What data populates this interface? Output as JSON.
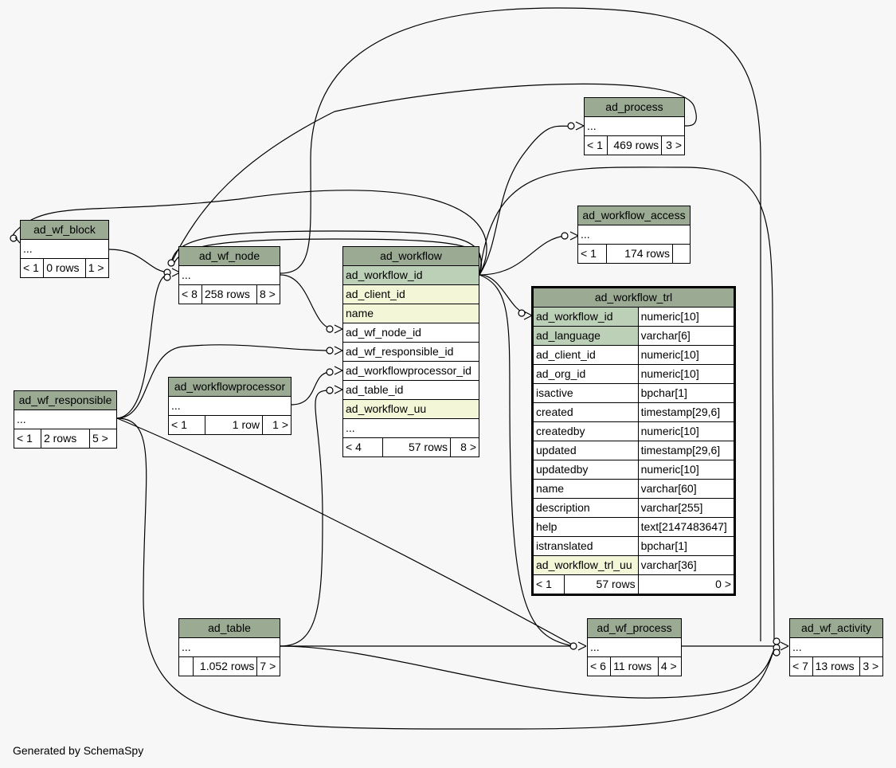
{
  "tables": {
    "ad_process": {
      "name": "ad_process",
      "body": "...",
      "footer": [
        "< 1",
        "469 rows",
        "3 >"
      ]
    },
    "ad_workflow_access": {
      "name": "ad_workflow_access",
      "body": "...",
      "footer": [
        "< 1",
        "174 rows",
        ""
      ]
    },
    "ad_wf_block": {
      "name": "ad_wf_block",
      "body": "...",
      "footer": [
        "< 1",
        "0 rows",
        "1 >"
      ]
    },
    "ad_wf_node": {
      "name": "ad_wf_node",
      "body": "...",
      "footer": [
        "< 8",
        "258 rows",
        "8 >"
      ]
    },
    "ad_workflow": {
      "name": "ad_workflow",
      "columns": [
        {
          "name": "ad_workflow_id",
          "kind": "pk"
        },
        {
          "name": "ad_client_id",
          "kind": "idx"
        },
        {
          "name": "name",
          "kind": "idx"
        },
        {
          "name": "ad_wf_node_id",
          "kind": ""
        },
        {
          "name": "ad_wf_responsible_id",
          "kind": ""
        },
        {
          "name": "ad_workflowprocessor_id",
          "kind": ""
        },
        {
          "name": "ad_table_id",
          "kind": ""
        },
        {
          "name": "ad_workflow_uu",
          "kind": "idx"
        },
        {
          "name": "...",
          "kind": ""
        }
      ],
      "footer": [
        "< 4",
        "57 rows",
        "8 >"
      ]
    },
    "ad_workflow_trl": {
      "name": "ad_workflow_trl",
      "columns": [
        {
          "name": "ad_workflow_id",
          "type": "numeric[10]",
          "kind": "pk"
        },
        {
          "name": "ad_language",
          "type": "varchar[6]",
          "kind": "pk"
        },
        {
          "name": "ad_client_id",
          "type": "numeric[10]",
          "kind": ""
        },
        {
          "name": "ad_org_id",
          "type": "numeric[10]",
          "kind": ""
        },
        {
          "name": "isactive",
          "type": "bpchar[1]",
          "kind": ""
        },
        {
          "name": "created",
          "type": "timestamp[29,6]",
          "kind": ""
        },
        {
          "name": "createdby",
          "type": "numeric[10]",
          "kind": ""
        },
        {
          "name": "updated",
          "type": "timestamp[29,6]",
          "kind": ""
        },
        {
          "name": "updatedby",
          "type": "numeric[10]",
          "kind": ""
        },
        {
          "name": "name",
          "type": "varchar[60]",
          "kind": ""
        },
        {
          "name": "description",
          "type": "varchar[255]",
          "kind": ""
        },
        {
          "name": "help",
          "type": "text[2147483647]",
          "kind": ""
        },
        {
          "name": "istranslated",
          "type": "bpchar[1]",
          "kind": ""
        },
        {
          "name": "ad_workflow_trl_uu",
          "type": "varchar[36]",
          "kind": "idx"
        }
      ],
      "footer": [
        "< 1",
        "57 rows",
        "0 >"
      ]
    },
    "ad_workflowprocessor": {
      "name": "ad_workflowprocessor",
      "body": "...",
      "footer": [
        "< 1",
        "1 row",
        "1 >"
      ]
    },
    "ad_wf_responsible": {
      "name": "ad_wf_responsible",
      "body": "...",
      "footer": [
        "< 1",
        "2 rows",
        "5 >"
      ]
    },
    "ad_table": {
      "name": "ad_table",
      "body": "...",
      "footer": [
        "",
        "1.052 rows",
        "7 >"
      ]
    },
    "ad_wf_process": {
      "name": "ad_wf_process",
      "body": "...",
      "footer": [
        "< 6",
        "11 rows",
        "4 >"
      ]
    },
    "ad_wf_activity": {
      "name": "ad_wf_activity",
      "body": "...",
      "footer": [
        "< 7",
        "13 rows",
        "3 >"
      ]
    }
  },
  "footer_text": "Generated by SchemaSpy",
  "colors": {
    "header": "#9aaa93",
    "pk": "#bccfb7",
    "index": "#f4f6d8",
    "background": "#f7f7f7"
  }
}
